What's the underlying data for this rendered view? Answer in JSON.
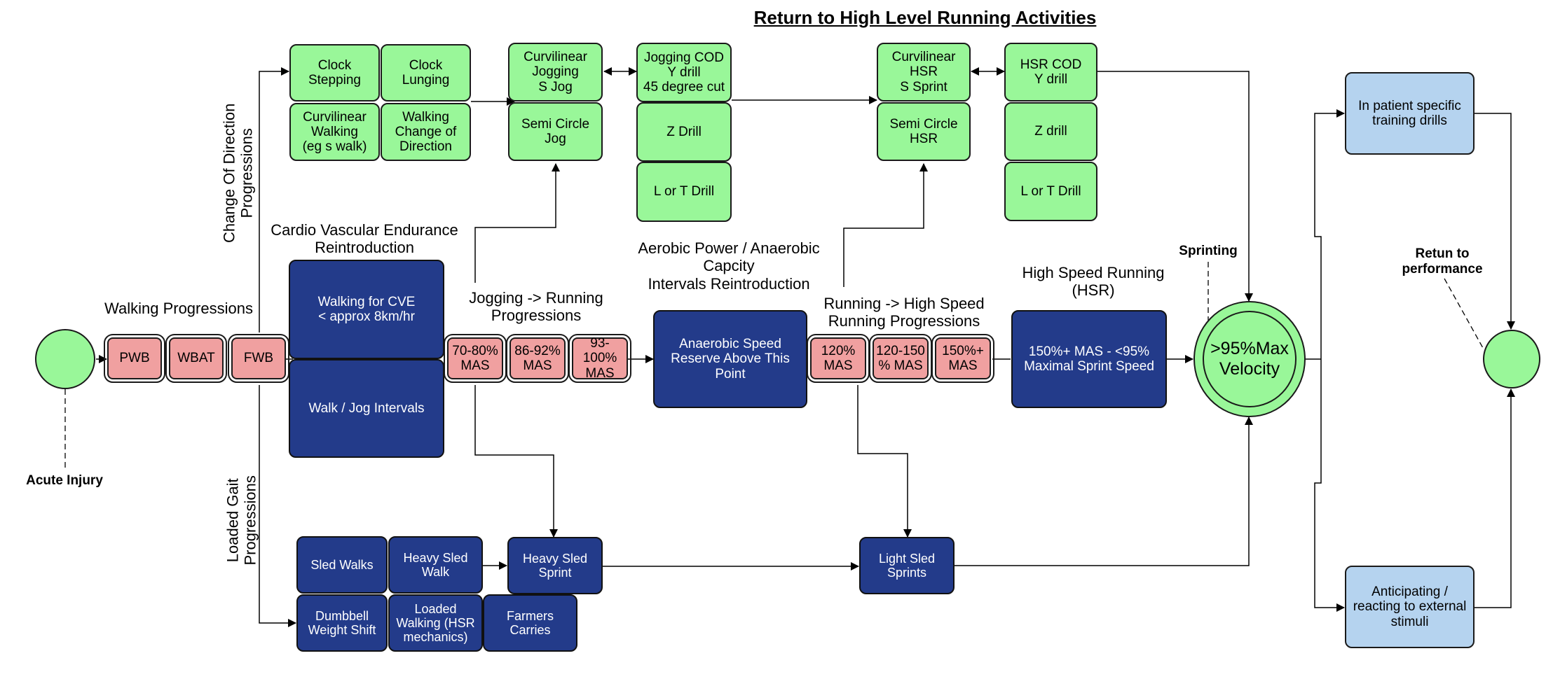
{
  "title": "Return to High Level Running Activities",
  "colors": {
    "green_box": "#99f799",
    "navy_box": "#233b8a",
    "pink_box": "#f0a0a0",
    "light_blue_box": "#b5d3ef"
  },
  "labels": {
    "walking_progressions": "Walking Progressions",
    "cve_reintro": "Cardio Vascular Endurance\nReintroduction",
    "jog_run": "Jogging -> Running\nProgressions",
    "aerobic": "Aerobic Power / Anaerobic\nCapcity\nIntervals Reintroduction",
    "run_hsr": "Running -> High Speed\nRunning Progressions",
    "hsr": "High Speed Running\n(HSR)",
    "sprinting": "Sprinting",
    "return_perf": "Retun to\nperformance",
    "acute_injury": "Acute Injury",
    "cod_progressions": "Change Of Direction\nProgressions",
    "loaded_gait": "Loaded Gait\nProgressions"
  },
  "walking": [
    "PWB",
    "WBAT",
    "FWB"
  ],
  "cve": [
    "Walking for CVE\n< approx 8km/hr",
    "Walk / Jog Intervals"
  ],
  "jog_mas": [
    "70-80%\nMAS",
    "86-92%\nMAS",
    "93-100%\nMAS"
  ],
  "anaerobic_speed": "Anaerobic Speed\nReserve Above This\nPoint",
  "hsr_mas": [
    "120%\nMAS",
    "120-150\n% MAS",
    "150%+\nMAS"
  ],
  "hsr_box": "150%+ MAS - <95%\nMaximal Sprint Speed",
  "velocity": ">95%Max\nVelocity",
  "cod_walk": [
    "Clock\nStepping",
    "Clock\nLunging",
    "Curvilinear\nWalking\n(eg s walk)",
    "Walking\nChange of\nDirection"
  ],
  "cod_jog": [
    "Curvilinear\nJogging\nS Jog",
    "Semi Circle\nJog"
  ],
  "cod_jog_drills": [
    "Jogging COD\nY drill\n45 degree cut",
    "Z Drill",
    "L or T Drill"
  ],
  "cod_hsr": [
    "Curvilinear\nHSR\nS Sprint",
    "Semi Circle\nHSR"
  ],
  "cod_hsr_drills": [
    "HSR COD\nY drill",
    "Z drill",
    "L or T Drill"
  ],
  "sled": [
    "Sled Walks",
    "Heavy Sled\nWalk",
    "Heavy Sled\nSprint",
    "Light Sled\nSprints"
  ],
  "loaded": [
    "Dumbbell\nWeight Shift",
    "Loaded\nWalking (HSR\nmechanics)",
    "Farmers\nCarries"
  ],
  "final": [
    "In patient specific\ntraining drills",
    "Anticipating /\nreacting to external\nstimuli"
  ]
}
